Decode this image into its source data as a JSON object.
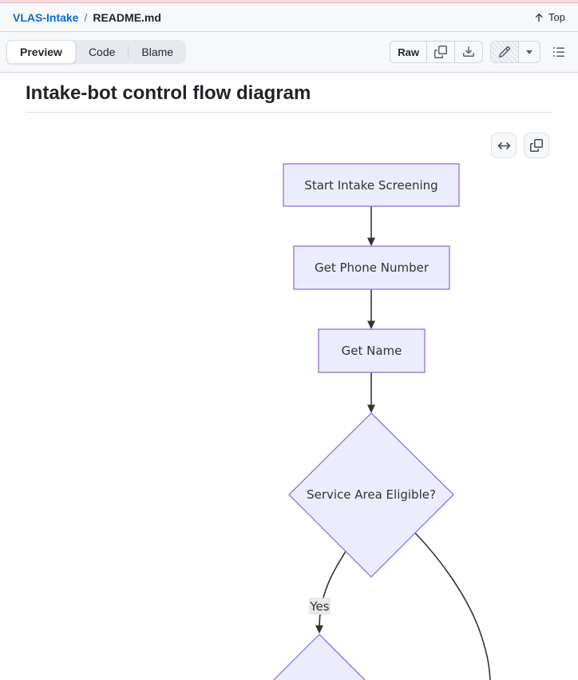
{
  "header": {
    "breadcrumb": {
      "repo": "VLAS-Intake",
      "separator": "/",
      "file": "README.md"
    },
    "top_link_label": "Top"
  },
  "tabs": {
    "preview": "Preview",
    "code": "Code",
    "blame": "Blame"
  },
  "toolbar": {
    "raw_label": "Raw",
    "icons": [
      "copy-icon",
      "download-icon",
      "pencil-icon",
      "caret-down-icon",
      "list-unordered-icon"
    ]
  },
  "content": {
    "heading": "Intake-bot control flow diagram"
  },
  "diagram": {
    "type": "flowchart",
    "direction": "top-down",
    "controls": [
      "horizontal-arrows-icon",
      "copy-icon"
    ],
    "nodes": [
      {
        "id": "start",
        "shape": "rectangle",
        "label": "Start Intake Screening"
      },
      {
        "id": "phone",
        "shape": "rectangle",
        "label": "Get Phone Number"
      },
      {
        "id": "name",
        "shape": "rectangle",
        "label": "Get Name"
      },
      {
        "id": "eligible",
        "shape": "diamond",
        "label": "Service Area Eligible?"
      },
      {
        "id": "next",
        "shape": "diamond",
        "label": ""
      }
    ],
    "edges": [
      {
        "from": "start",
        "to": "phone",
        "label": ""
      },
      {
        "from": "phone",
        "to": "name",
        "label": ""
      },
      {
        "from": "name",
        "to": "eligible",
        "label": ""
      },
      {
        "from": "eligible",
        "to": "next",
        "label": "Yes"
      },
      {
        "from": "eligible",
        "to": "offscreen-bottom-right",
        "label": ""
      }
    ],
    "colors": {
      "node_fill": "#ECECFF",
      "node_border": "#9370DB",
      "edge_stroke": "#333333",
      "edge_label_bg": "#e8e8e8",
      "node_text": "#333333"
    }
  },
  "theme": {
    "link_blue": "#0969da",
    "banner_pink": "#f6dade",
    "header_bg": "#f6f8fa"
  }
}
